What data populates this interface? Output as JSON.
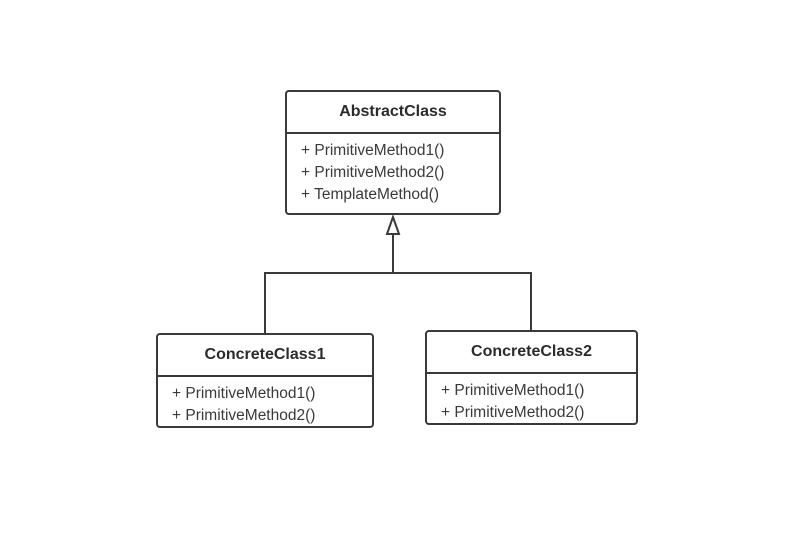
{
  "diagram": {
    "abstract_class": {
      "name": "AbstractClass",
      "methods": [
        "+ PrimitiveMethod1()",
        "+ PrimitiveMethod2()",
        "+ TemplateMethod()"
      ]
    },
    "concrete_class_1": {
      "name": "ConcreteClass1",
      "methods": [
        "+ PrimitiveMethod1()",
        "+ PrimitiveMethod2()"
      ]
    },
    "concrete_class_2": {
      "name": "ConcreteClass2",
      "methods": [
        "+ PrimitiveMethod1()",
        "+ PrimitiveMethod2()"
      ]
    },
    "relationship": "generalization",
    "colors": {
      "stroke": "#3a3a3a",
      "background": "#ffffff",
      "text": "#333333"
    }
  }
}
